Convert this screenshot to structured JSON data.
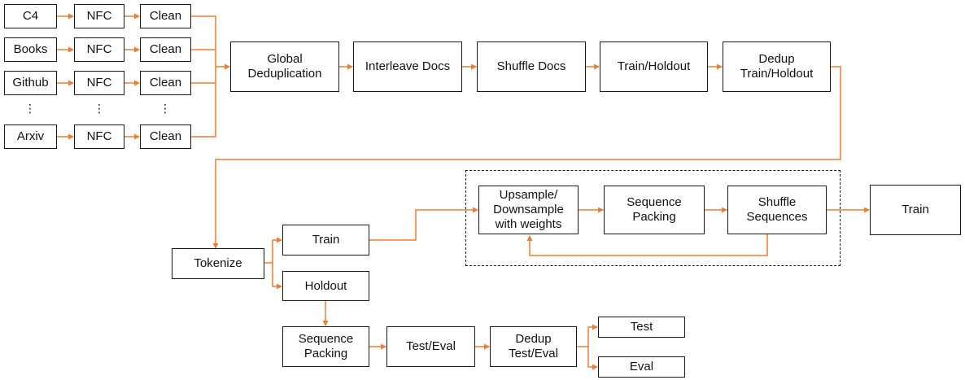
{
  "sources": {
    "rows": [
      {
        "source": "C4",
        "nfc": "NFC",
        "clean": "Clean"
      },
      {
        "source": "Books",
        "nfc": "NFC",
        "clean": "Clean"
      },
      {
        "source": "Github",
        "nfc": "NFC",
        "clean": "Clean"
      },
      {
        "source": "Arxiv",
        "nfc": "NFC",
        "clean": "Clean"
      }
    ],
    "ellipsis": "⋮"
  },
  "pipeline_top": {
    "global_dedup": "Global\nDeduplication",
    "interleave": "Interleave Docs",
    "shuffle_docs": "Shuffle Docs",
    "train_holdout": "Train/Holdout",
    "dedup_train_holdout": "Dedup\nTrain/Holdout"
  },
  "pipeline_mid": {
    "tokenize": "Tokenize",
    "train_split": "Train",
    "holdout_split": "Holdout",
    "upsample": "Upsample/\nDownsample\nwith weights",
    "sequence_packing": "Sequence\nPacking",
    "shuffle_sequences": "Shuffle\nSequences",
    "train_final": "Train"
  },
  "pipeline_bottom": {
    "sequence_packing": "Sequence\nPacking",
    "test_eval": "Test/Eval",
    "dedup_test_eval": "Dedup\nTest/Eval",
    "test": "Test",
    "eval": "Eval"
  },
  "colors": {
    "arrow": "#ed7d31",
    "box_border": "#1a1a1a"
  }
}
